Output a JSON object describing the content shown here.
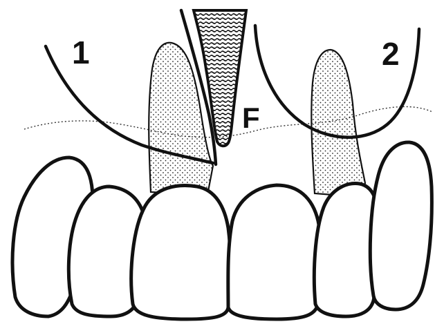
{
  "labels": {
    "one": "1",
    "two": "2",
    "f": "F"
  },
  "colors": {
    "ink": "#111111",
    "stipple": "#222222",
    "paper": "#ffffff"
  }
}
